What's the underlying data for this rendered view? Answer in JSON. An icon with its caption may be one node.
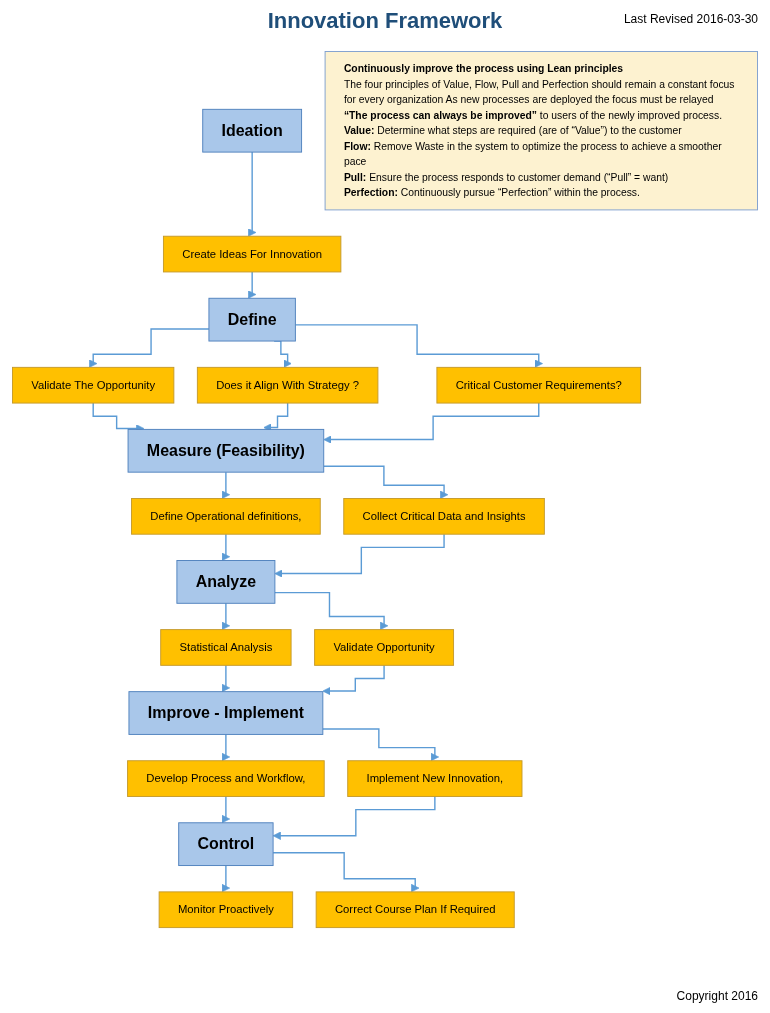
{
  "diagram": {
    "title": "Innovation Framework",
    "nodes": [
      {
        "text": [
          "Ideation"
        ]
      },
      {
        "text": [
          "Create Ideas For Innovation"
        ]
      },
      {
        "text": [
          "Define"
        ]
      },
      {
        "text": [
          "Validate The Opportunity"
        ]
      },
      {
        "text": [
          "Does it Align With Strategy ?"
        ]
      },
      {
        "text": [
          "Critical Customer Requirements?"
        ]
      },
      {
        "text": [
          "Measure (Feasibility)"
        ]
      },
      {
        "text": [
          "Define Operational definitions,"
        ]
      },
      {
        "text": [
          "Collect Critical Data and Insights"
        ]
      },
      {
        "text": [
          "Analyze"
        ]
      },
      {
        "text": [
          "Statistical Analysis"
        ]
      },
      {
        "text": [
          "Validate Opportunity"
        ]
      },
      {
        "text": [
          "Improve - Implement"
        ]
      },
      {
        "text": [
          "Develop Process and Workflow,"
        ]
      },
      {
        "text": [
          "Implement New Innovation,"
        ]
      },
      {
        "text": [
          "Control"
        ]
      },
      {
        "text": [
          "Monitor Proactively"
        ]
      },
      {
        "text": [
          "Correct Course Plan If Required"
        ]
      },
      {
        "text": [
          "Continuously improve the process using Lean principles",
          "The four principles of Value, Flow, Pull and Perfection should remain a constant focus for every organization As new processes are deployed the focus must be relayed **“The process can always be improved”** to users of the newly improved process.",
          "**Value:** Determine what steps are required (are of “Value”) to the customer",
          "**Flow:** Remove Waste in the system to optimize the process to achieve a smoother pace",
          "**Pull:** Ensure the process responds to customer demand (“Pull” = want)",
          "**Perfection:** Continuously pursue “Perfection” within the process."
        ]
      }
    ],
    "edges": [
      {
        "from": 0,
        "to": 1,
        "arrow": "to"
      },
      {
        "from": 1,
        "to": 2,
        "arrow": "to"
      },
      {
        "from": 2,
        "to": 3,
        "arrow": "to"
      },
      {
        "from": 2,
        "to": 4,
        "arrow": "to"
      },
      {
        "from": 2,
        "to": 5,
        "arrow": "to"
      },
      {
        "from": 3,
        "to": 6,
        "arrow": "to"
      },
      {
        "from": 4,
        "to": 6,
        "arrow": "to"
      },
      {
        "from": 5,
        "to": 6,
        "arrow": "to"
      },
      {
        "from": 6,
        "to": 7,
        "arrow": "to"
      },
      {
        "from": 6,
        "to": 8,
        "arrow": "to"
      },
      {
        "from": 7,
        "to": 9,
        "arrow": "to"
      },
      {
        "from": 8,
        "to": 9,
        "arrow": "to"
      },
      {
        "from": 9,
        "to": 10,
        "arrow": "to"
      },
      {
        "from": 9,
        "to": 11,
        "arrow": "to"
      },
      {
        "from": 10,
        "to": 12,
        "arrow": "to"
      },
      {
        "from": 11,
        "to": 12,
        "arrow": "to"
      },
      {
        "from": 12,
        "to": 13,
        "arrow": "to"
      },
      {
        "from": 12,
        "to": 14,
        "arrow": "to"
      },
      {
        "from": 13,
        "to": 15,
        "arrow": "to"
      },
      {
        "from": 14,
        "to": 15,
        "arrow": "to"
      },
      {
        "from": 15,
        "to": 16,
        "arrow": "to"
      },
      {
        "from": 15,
        "to": 17,
        "arrow": "to"
      }
    ],
    "labels": [
      "Last Revised 2016-03-30",
      "Copyright 2016"
    ]
  }
}
